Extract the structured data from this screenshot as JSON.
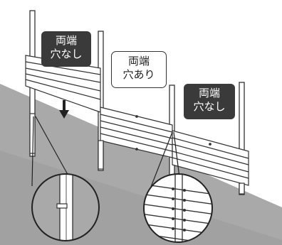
{
  "labels": {
    "left": {
      "line1": "両端",
      "line2": "穴なし"
    },
    "middle": {
      "line1": "両端",
      "line2": "穴あり"
    },
    "right": {
      "line1": "両端",
      "line2": "穴なし"
    }
  },
  "colors": {
    "ground": "#a9a9a9",
    "panel_fill": "#ffffff",
    "panel_stroke": "#333333",
    "label_dark_bg": "#3a3a3a",
    "label_dark_text": "#ffffff",
    "label_light_text": "#222222"
  }
}
